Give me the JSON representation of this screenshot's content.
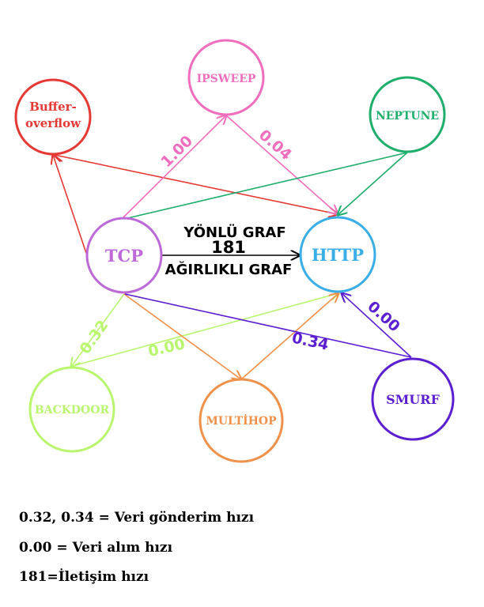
{
  "nodes": {
    "buffer_overflow": {
      "line1": "Buffer-",
      "line2": "overflow",
      "color": "#e53935"
    },
    "ipsweep": {
      "label": "IPSWEEP",
      "color": "#f06ebd"
    },
    "neptune": {
      "label": "NEPTUNE",
      "color": "#1fae6c"
    },
    "tcp": {
      "label": "TCP",
      "color": "#bb6ad8"
    },
    "http": {
      "label": "HTTP",
      "color": "#3aaee6"
    },
    "backdoor": {
      "label": "BACKDOOR",
      "color": "#b9f56e"
    },
    "multihop": {
      "label": "MULTİHOP",
      "color": "#f0904a"
    },
    "smurf": {
      "label": "SMURF",
      "color": "#5b1fd1"
    }
  },
  "edge_labels": {
    "tcp_ipsweep": "1.00",
    "ipsweep_http": "0.04",
    "tcp_backdoor": "0.32",
    "http_backdoor": "0.00",
    "smurf_tcp": "0.34",
    "smurf_http": "0.00",
    "tcp_http": "181"
  },
  "center": {
    "top": "YÖNLÜ GRAF",
    "bottom": "AĞIRLIKLI GRAF"
  },
  "legend": [
    "0.32, 0.34 = Veri gönderim hızı",
    "0.00 = Veri alım hızı",
    "181=İletişim hızı"
  ]
}
